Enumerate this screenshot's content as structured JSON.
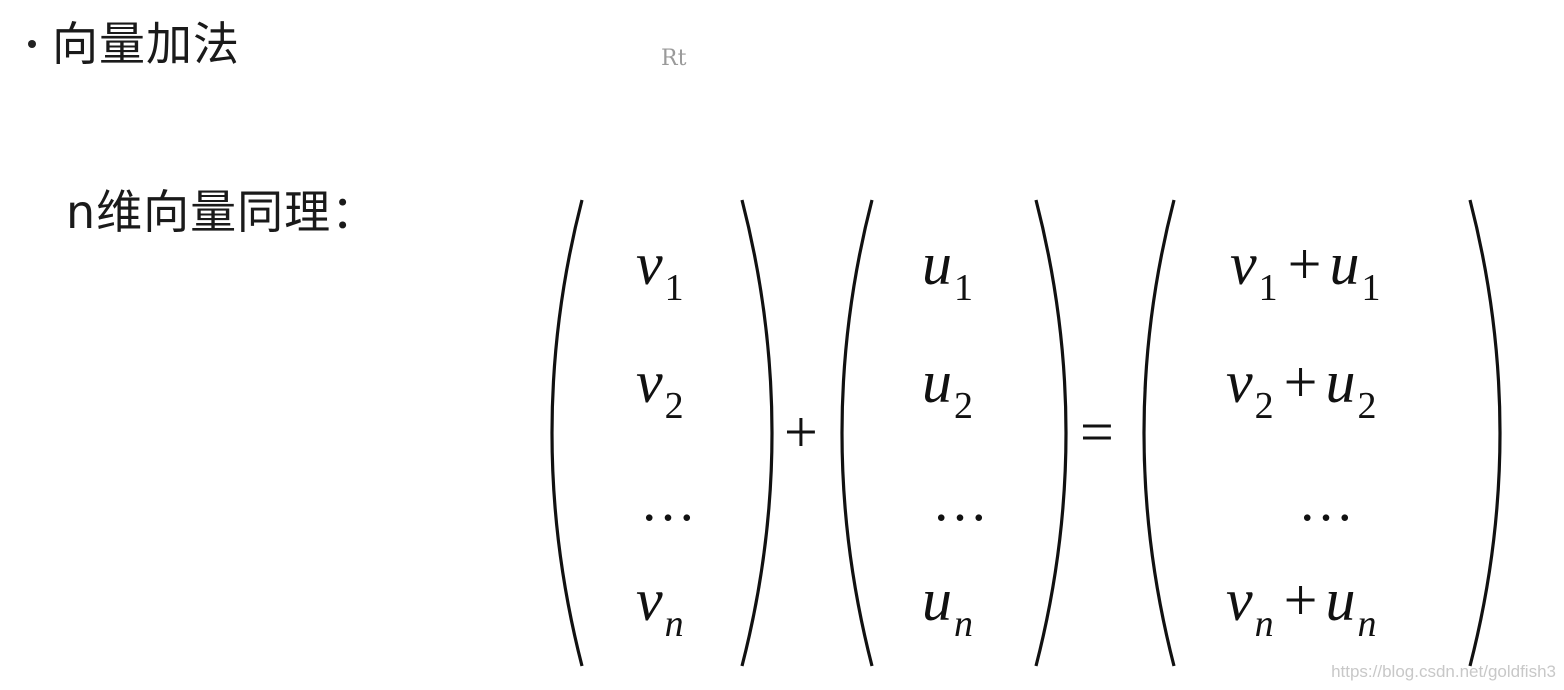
{
  "heading": {
    "bullet": "•",
    "text": "向量加法"
  },
  "stray_text": "Rt",
  "subheading": "n维向量同理：",
  "equation": {
    "plus": "+",
    "equals": "=",
    "vector_v": [
      {
        "base": "v",
        "sub": "1"
      },
      {
        "base": "v",
        "sub": "2"
      },
      {
        "dots": "…"
      },
      {
        "base": "v",
        "sub": "n"
      }
    ],
    "vector_u": [
      {
        "base": "u",
        "sub": "1"
      },
      {
        "base": "u",
        "sub": "2"
      },
      {
        "dots": "…"
      },
      {
        "base": "u",
        "sub": "n"
      }
    ],
    "vector_sum": [
      {
        "a": "v",
        "a_sub": "1",
        "op": "+",
        "b": "u",
        "b_sub": "1"
      },
      {
        "a": "v",
        "a_sub": "2",
        "op": "+",
        "b": "u",
        "b_sub": "2"
      },
      {
        "dots": "…"
      },
      {
        "a": "v",
        "a_sub": "n",
        "op": "+",
        "b": "u",
        "b_sub": "n"
      }
    ]
  },
  "watermark": "https://blog.csdn.net/goldfish3"
}
